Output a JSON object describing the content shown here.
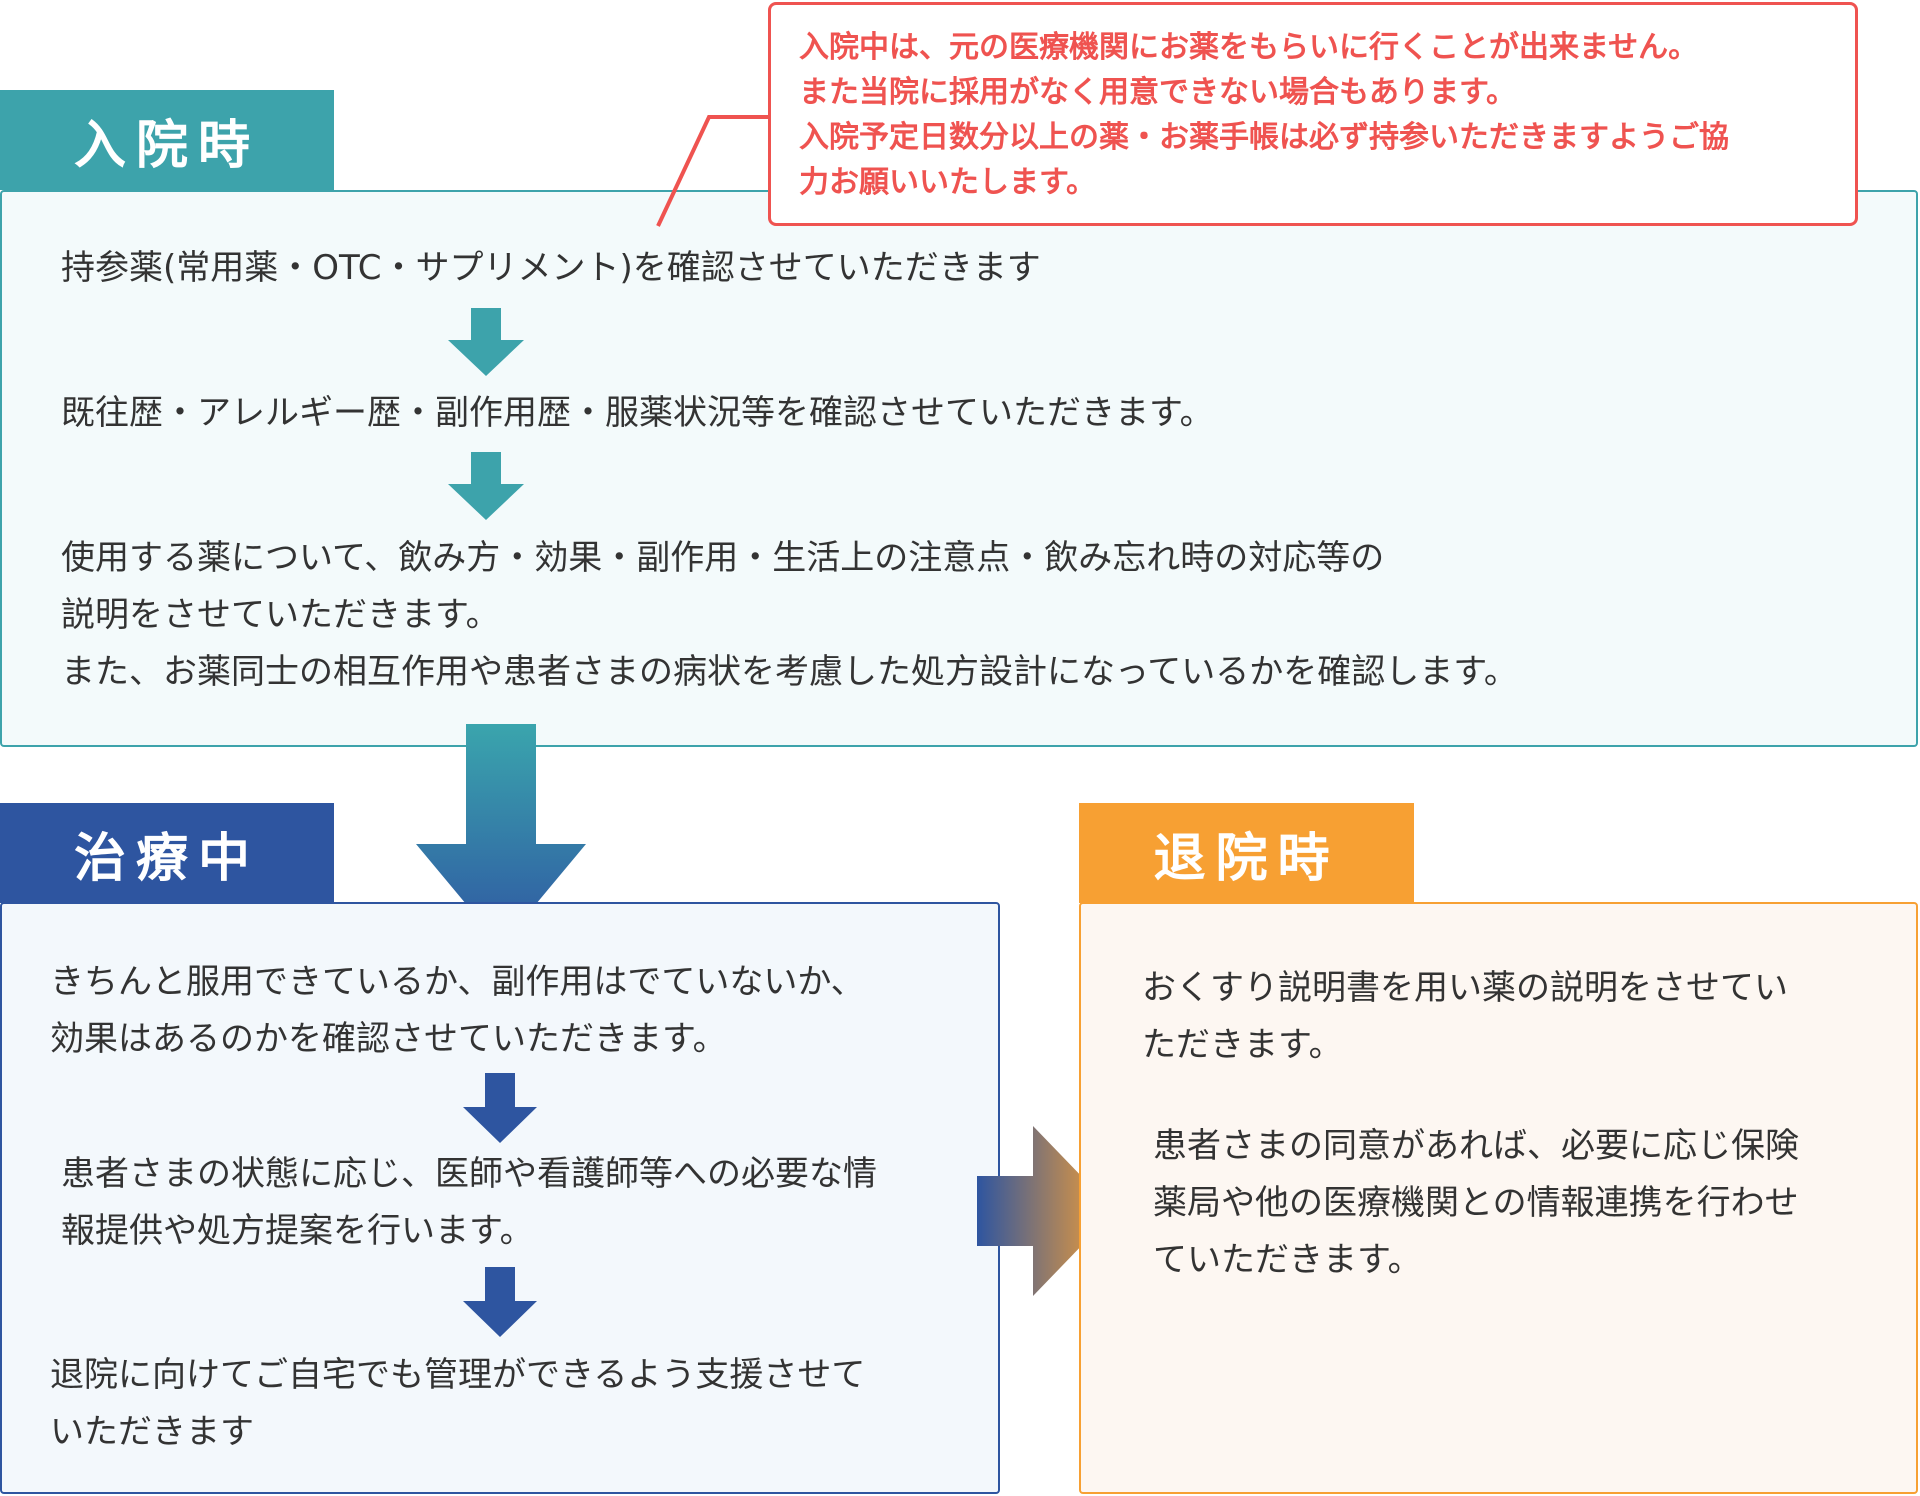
{
  "colors": {
    "admission": "#3da3ab",
    "treatment": "#2e55a0",
    "discharge": "#f7a033",
    "note_red": "#ef5350"
  },
  "admission": {
    "title": "入院時",
    "steps": [
      "持参薬(常用薬・OTC・サプリメント)を確認させていただきます",
      "既往歴・アレルギー歴・副作用歴・服薬状況等を確認させていただきます。"
    ],
    "step3_lines": [
      "使用する薬について、飲み方・効果・副作用・生活上の注意点・飲み忘れ時の対応等の",
      "説明をさせていただきます。",
      "また、お薬同士の相互作用や患者さまの病状を考慮した処方設計になっているかを確認します。"
    ]
  },
  "note": {
    "lines": [
      "入院中は、元の医療機関にお薬をもらいに行くことが出来ません。",
      "また当院に採用がなく用意できない場合もあります。",
      "入院予定日数分以上の薬・お薬手帳は必ず持参いただきますようご協",
      "力お願いいたします。"
    ]
  },
  "treatment": {
    "title": "治療中",
    "step1_lines": [
      "きちんと服用できているか、副作用はでていないか、",
      "効果はあるのかを確認させていただきます。"
    ],
    "step2_lines": [
      "患者さまの状態に応じ、医師や看護師等への必要な情",
      "報提供や処方提案を行います。"
    ],
    "step3_lines": [
      "退院に向けてご自宅でも管理ができるよう支援させて",
      "いただきます"
    ]
  },
  "discharge": {
    "title": "退院時",
    "step1_lines": [
      "おくすり説明書を用い薬の説明をさせてい",
      "ただきます。"
    ],
    "step2_lines": [
      "患者さまの同意があれば、必要に応じ保険",
      "薬局や他の医療機関との情報連携を行わせ",
      "ていただきます。"
    ]
  }
}
